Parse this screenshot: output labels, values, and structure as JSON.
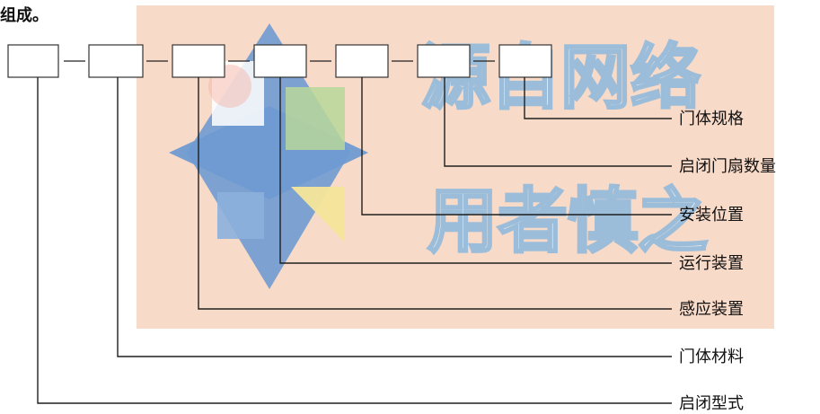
{
  "header": {
    "intro_text": "组成。"
  },
  "code_structure": {
    "box_count": 7,
    "separator": "-"
  },
  "labels": [
    "门体规格",
    "启闭门扇数量",
    "安装位置",
    "运行装置",
    "感应装置",
    "门体材料",
    "启闭型式"
  ],
  "watermark": {
    "text_line1": "源自网络",
    "text_line2": "用者慎之"
  },
  "colors": {
    "background_panel": "#f7d8c6",
    "watermark_blue": "#6f9bd2",
    "watermark_yellow": "#f4e69a",
    "watermark_green": "#b8d79a",
    "watermark_pink": "#f3b2a3"
  }
}
